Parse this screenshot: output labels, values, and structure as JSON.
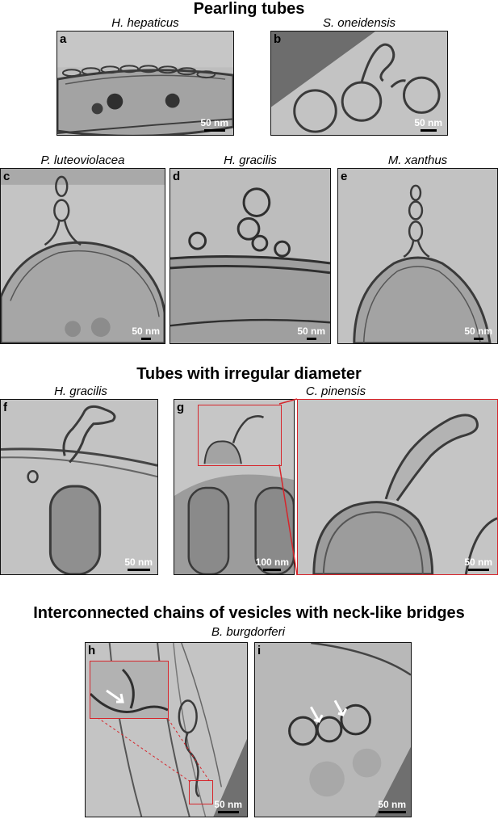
{
  "sections": {
    "pearling": "Pearling tubes",
    "irregular": "Tubes with irregular diameter",
    "chains": "Interconnected chains of vesicles with neck-like bridges"
  },
  "species": {
    "a": "H. hepaticus",
    "b": "S. oneidensis",
    "c": "P. luteoviolacea",
    "d": "H. gracilis",
    "e": "M. xanthus",
    "f": "H. gracilis",
    "g": "C. pinensis",
    "hi": "B. burgdorferi"
  },
  "panels": {
    "a": {
      "label": "a",
      "scale": "50 nm"
    },
    "b": {
      "label": "b",
      "scale": "50 nm"
    },
    "c": {
      "label": "c",
      "scale": "50 nm"
    },
    "d": {
      "label": "d",
      "scale": "50 nm"
    },
    "e": {
      "label": "e",
      "scale": "50 nm"
    },
    "f": {
      "label": "f",
      "scale": "50 nm"
    },
    "g": {
      "label": "g",
      "scale": "100 nm"
    },
    "g_zoom": {
      "label": "",
      "scale": "50 nm"
    },
    "h": {
      "label": "h",
      "scale": "50 nm"
    },
    "i": {
      "label": "i",
      "scale": "50 nm"
    }
  },
  "colors": {
    "inset_border": "#d6252b",
    "micrograph_gray": "#b9b9b9",
    "membrane": "#3a3a3a"
  }
}
